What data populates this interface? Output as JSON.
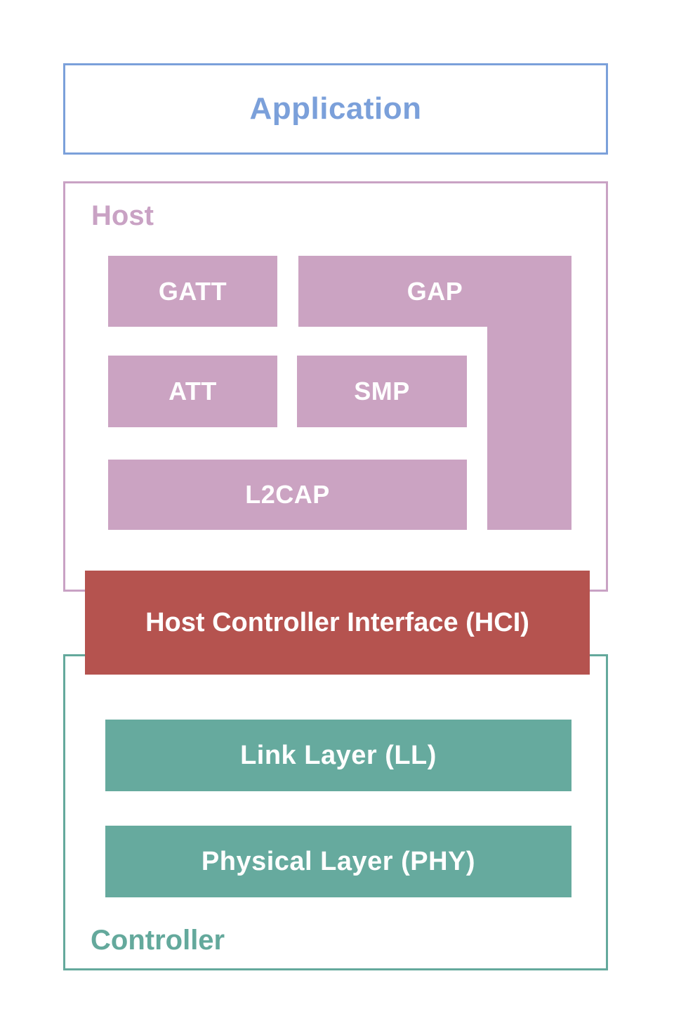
{
  "application": {
    "label": "Application"
  },
  "host": {
    "label": "Host",
    "blocks": {
      "gatt": "GATT",
      "gap": "GAP",
      "att": "ATT",
      "smp": "SMP",
      "l2cap": "L2CAP"
    }
  },
  "hci": {
    "label": "Host Controller Interface (HCI)"
  },
  "controller": {
    "label": "Controller",
    "blocks": {
      "link_layer": "Link Layer (LL)",
      "physical_layer": "Physical Layer (PHY)"
    }
  },
  "colors": {
    "application_accent": "#7ba0da",
    "host_accent": "#c9a2c4",
    "host_block_fill": "#cba3c2",
    "hci_fill": "#b5534f",
    "controller_accent": "#64a99c",
    "controller_block_fill": "#66aa9e",
    "block_text": "#ffffff"
  }
}
